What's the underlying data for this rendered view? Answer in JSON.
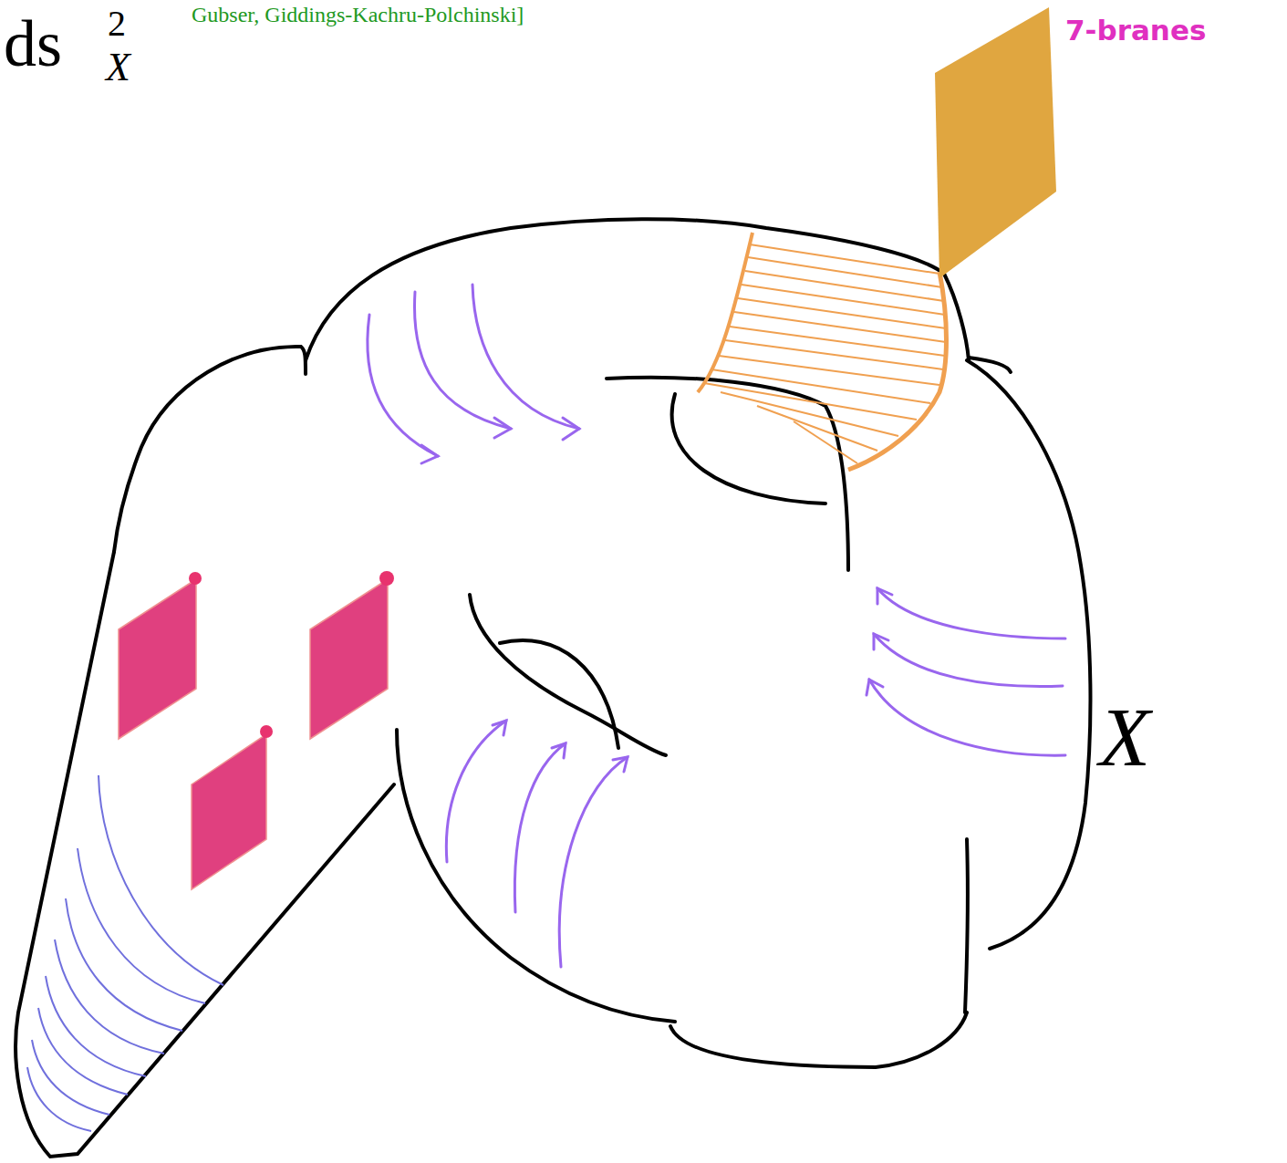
{
  "diagram": {
    "labels": [
      "Gubser, Giddings-Kachru-Polchinski]",
      "ds",
      "2",
      "X",
      "7-branes",
      "X"
    ]
  }
}
